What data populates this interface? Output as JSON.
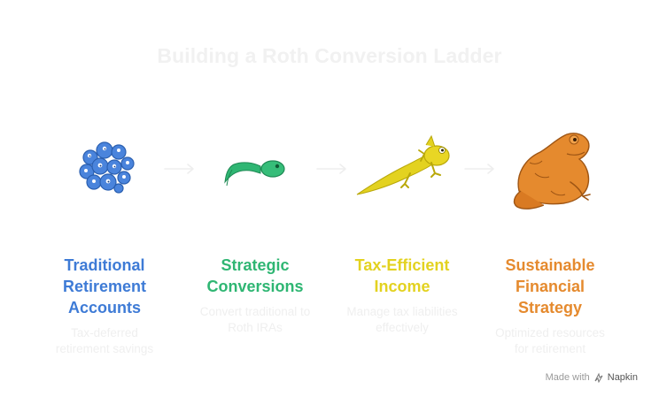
{
  "title": "Building a Roth Conversion Ladder",
  "steps": [
    {
      "title": "Traditional Retirement Accounts",
      "description": "Tax-deferred retirement savings",
      "color": "#3e7bd6",
      "icon": "frog-eggs-icon"
    },
    {
      "title": "Strategic Conversions",
      "description": "Convert traditional to Roth IRAs",
      "color": "#2fb673",
      "icon": "tadpole-icon"
    },
    {
      "title": "Tax-Efficient Income",
      "description": "Manage tax liabilities effectively",
      "color": "#e3d220",
      "icon": "froglet-icon"
    },
    {
      "title": "Sustainable Financial Strategy",
      "description": "Optimized resources for retirement",
      "color": "#e58a2e",
      "icon": "frog-icon"
    }
  ],
  "footer": {
    "made_with": "Made with",
    "brand": "Napkin"
  }
}
